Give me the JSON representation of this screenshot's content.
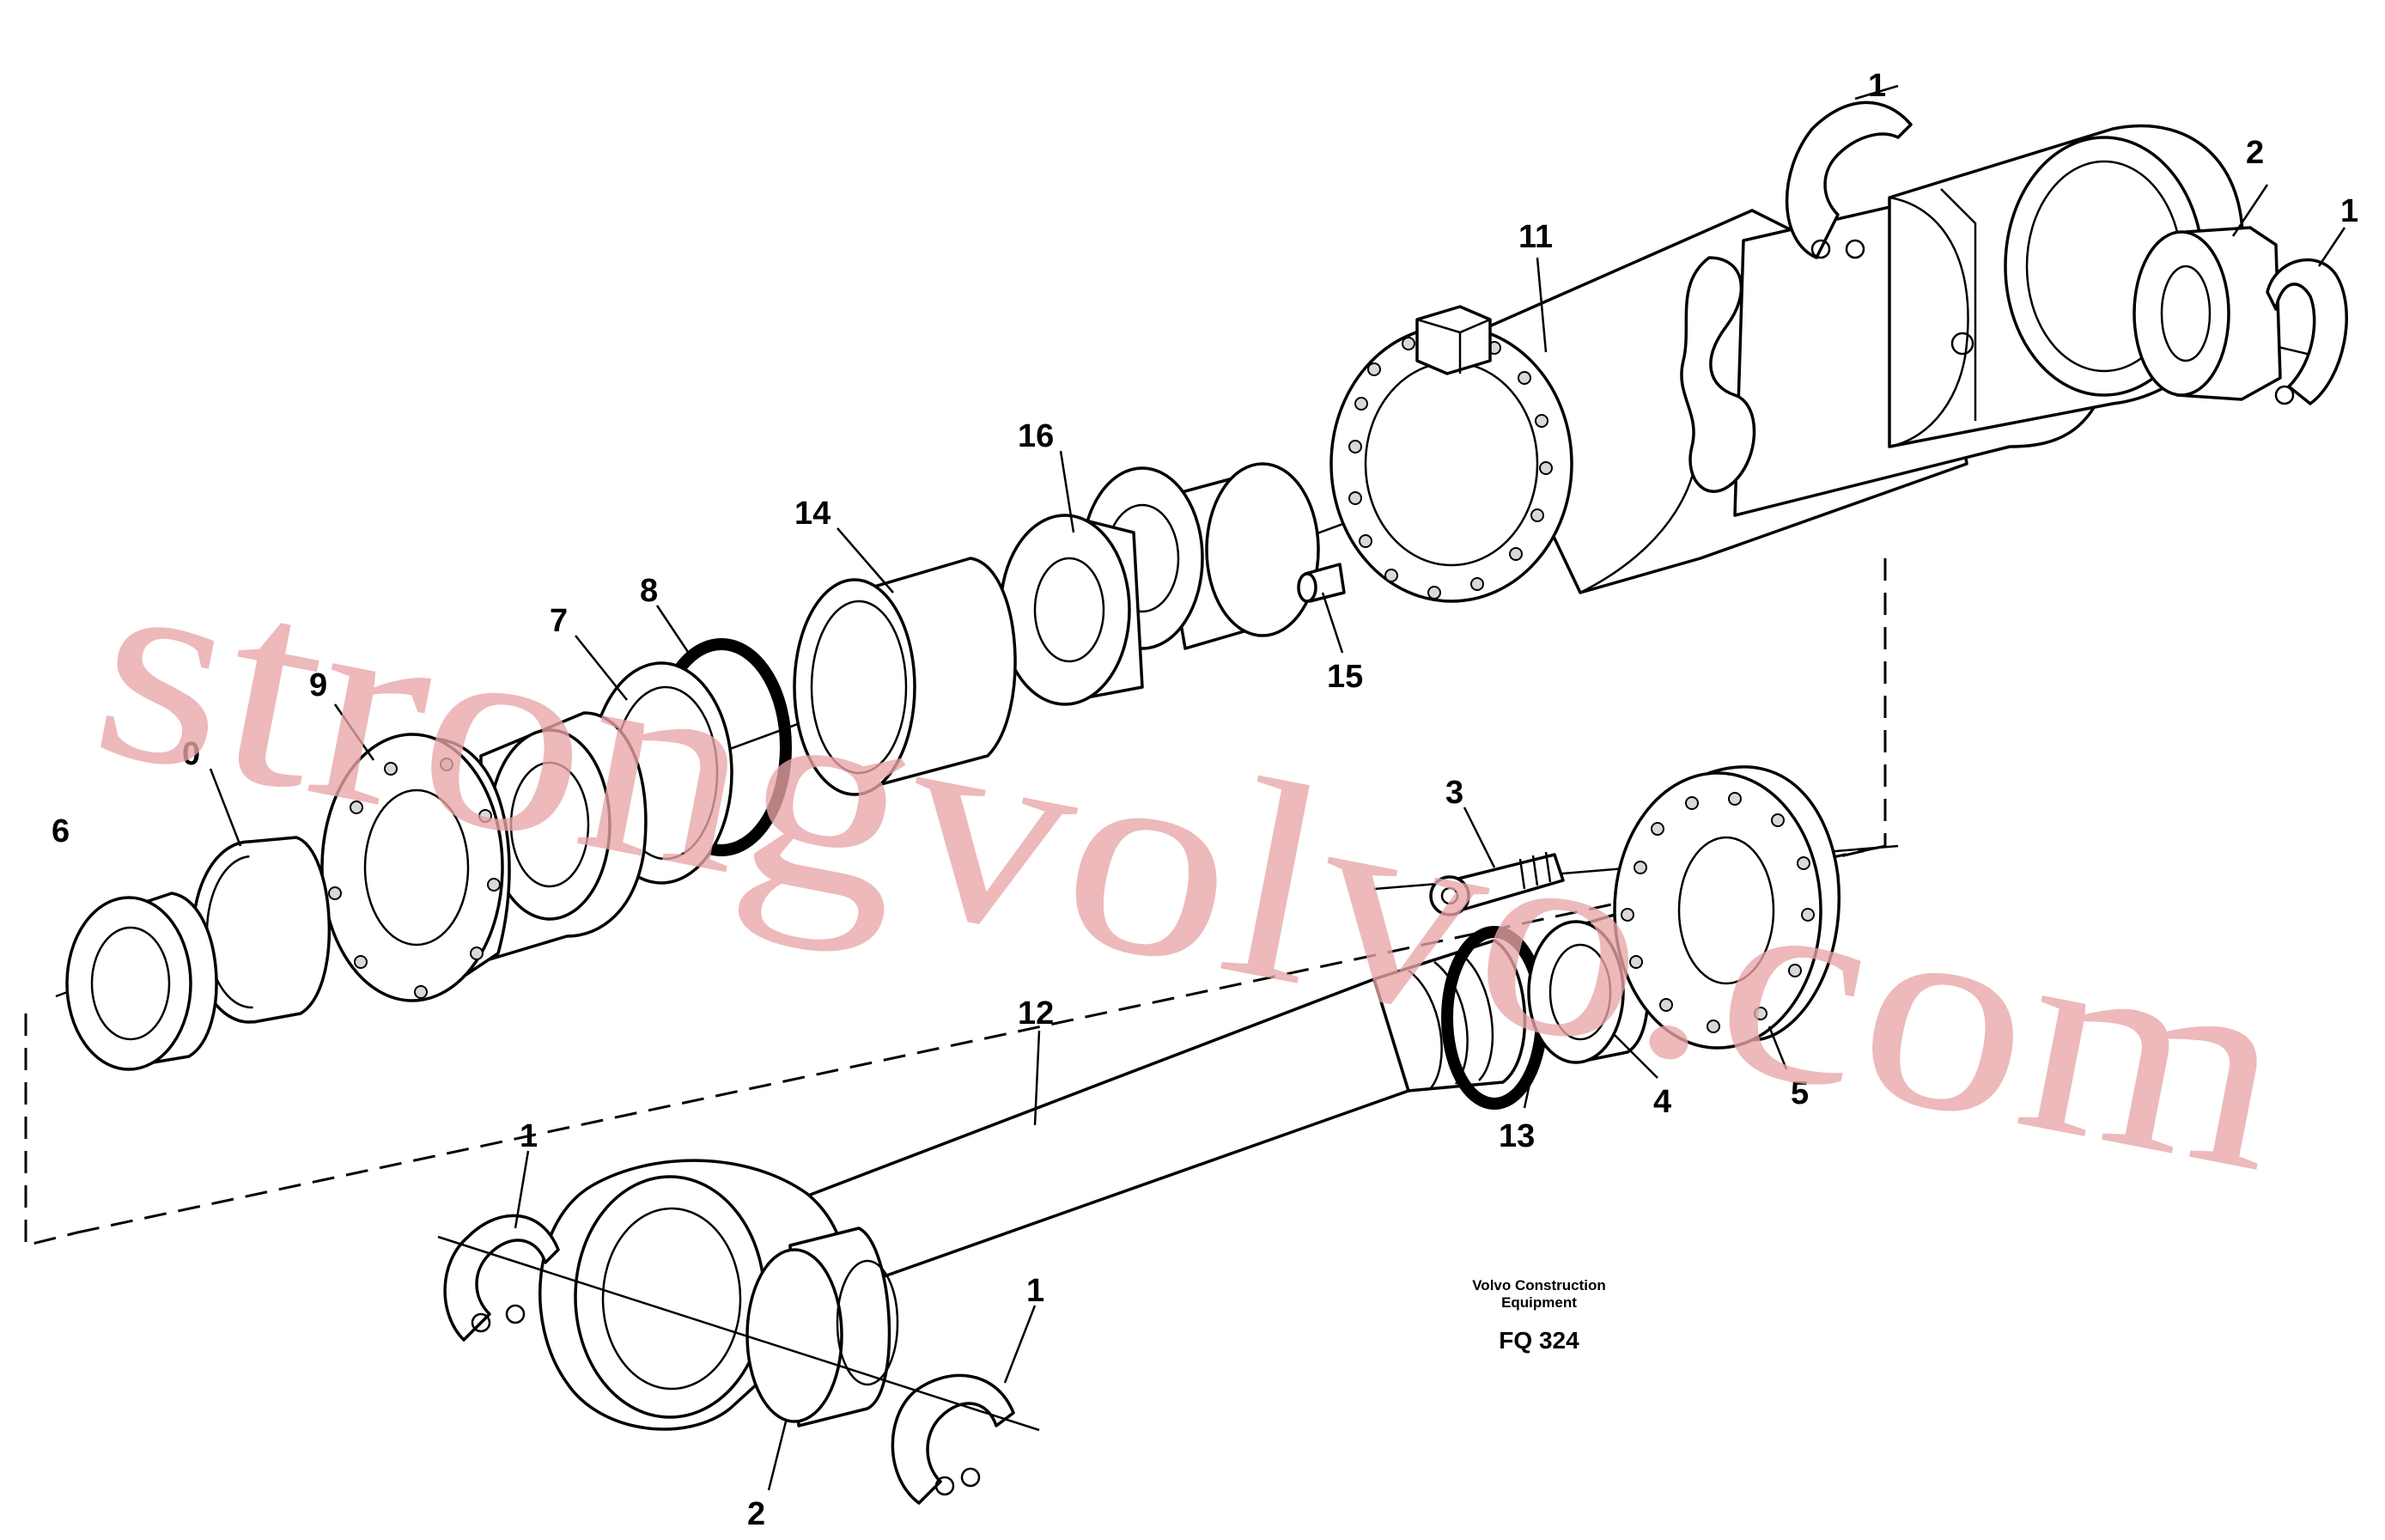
{
  "drawing": {
    "brand_line1": "Volvo Construction",
    "brand_line2": "Equipment",
    "figure_id": "FQ 324"
  },
  "callouts": {
    "c1a": "1",
    "c1b": "1",
    "c1c": "1",
    "c1d": "1",
    "c2a": "2",
    "c2b": "2",
    "c3": "3",
    "c4": "4",
    "c5": "5",
    "c6": "6",
    "c7": "7",
    "c8": "8",
    "c9": "9",
    "c10": "0",
    "c11": "11",
    "c12": "12",
    "c13": "13",
    "c14": "14",
    "c15": "15",
    "c16": "16"
  },
  "watermark": "strongvolvo.com",
  "colors": {
    "line": "#000000",
    "watermark": "#e8a6a8",
    "background": "#ffffff"
  }
}
